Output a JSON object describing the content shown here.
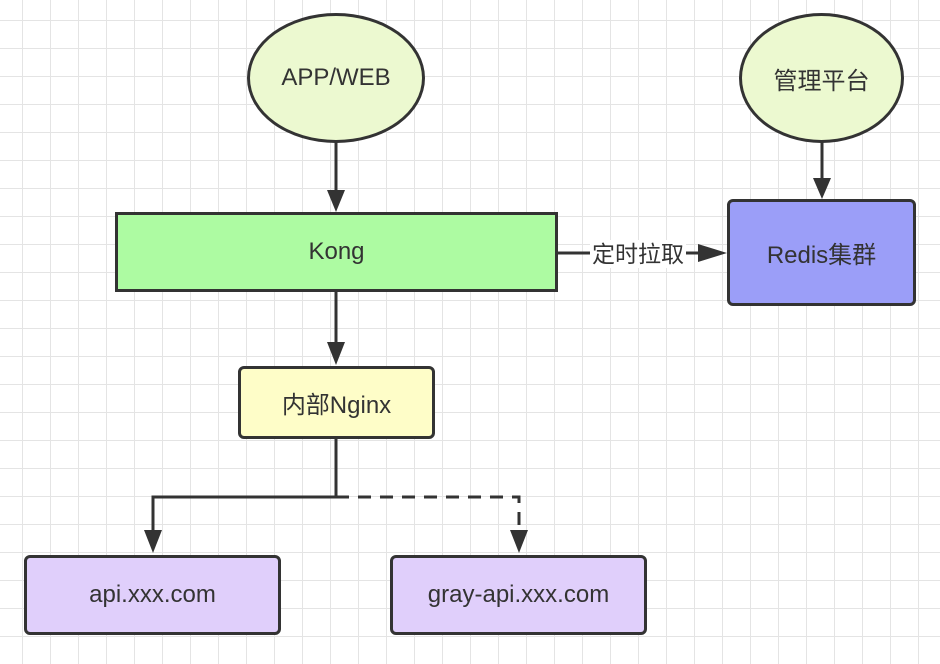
{
  "nodes": {
    "app_web": {
      "label": "APP/WEB",
      "fill": "#ecf9d0"
    },
    "admin_platform": {
      "label": "管理平台",
      "fill": "#ecf9d0"
    },
    "kong": {
      "label": "Kong",
      "fill": "#adfba2"
    },
    "redis_cluster": {
      "label": "Redis集群",
      "fill": "#9b9ef8"
    },
    "internal_nginx": {
      "label": "内部Nginx",
      "fill": "#fefdc8"
    },
    "api": {
      "label": "api.xxx.com",
      "fill": "#e0cffb"
    },
    "gray_api": {
      "label": "gray-api.xxx.com",
      "fill": "#e0cffb"
    }
  },
  "edges": {
    "kong_to_redis_label": "定时拉取"
  },
  "colors": {
    "stroke": "#333333",
    "grid": "#e4e4e4"
  }
}
